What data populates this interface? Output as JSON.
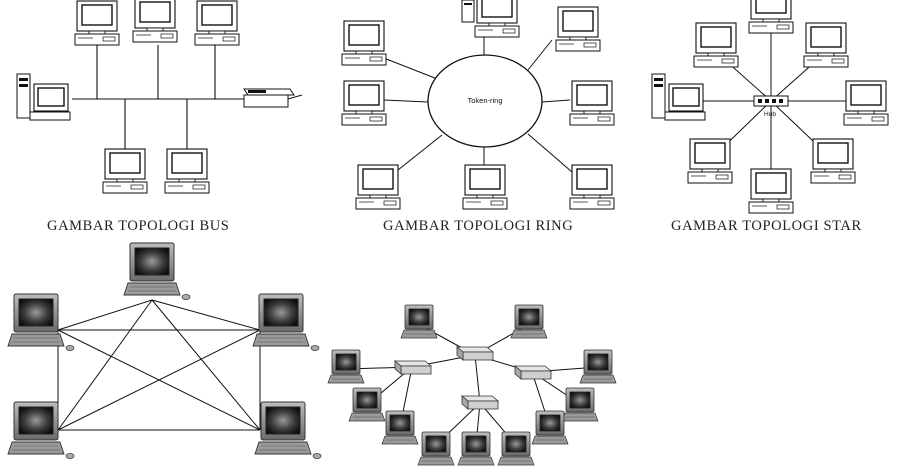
{
  "captions": {
    "bus": "GAMBAR TOPOLOGI BUS",
    "ring": "GAMBAR TOPOLOGI RING",
    "star": "GAMBAR TOPOLOGI STAR"
  },
  "labels": {
    "ring_center": "Token-ring",
    "star_hub": "Hub"
  }
}
